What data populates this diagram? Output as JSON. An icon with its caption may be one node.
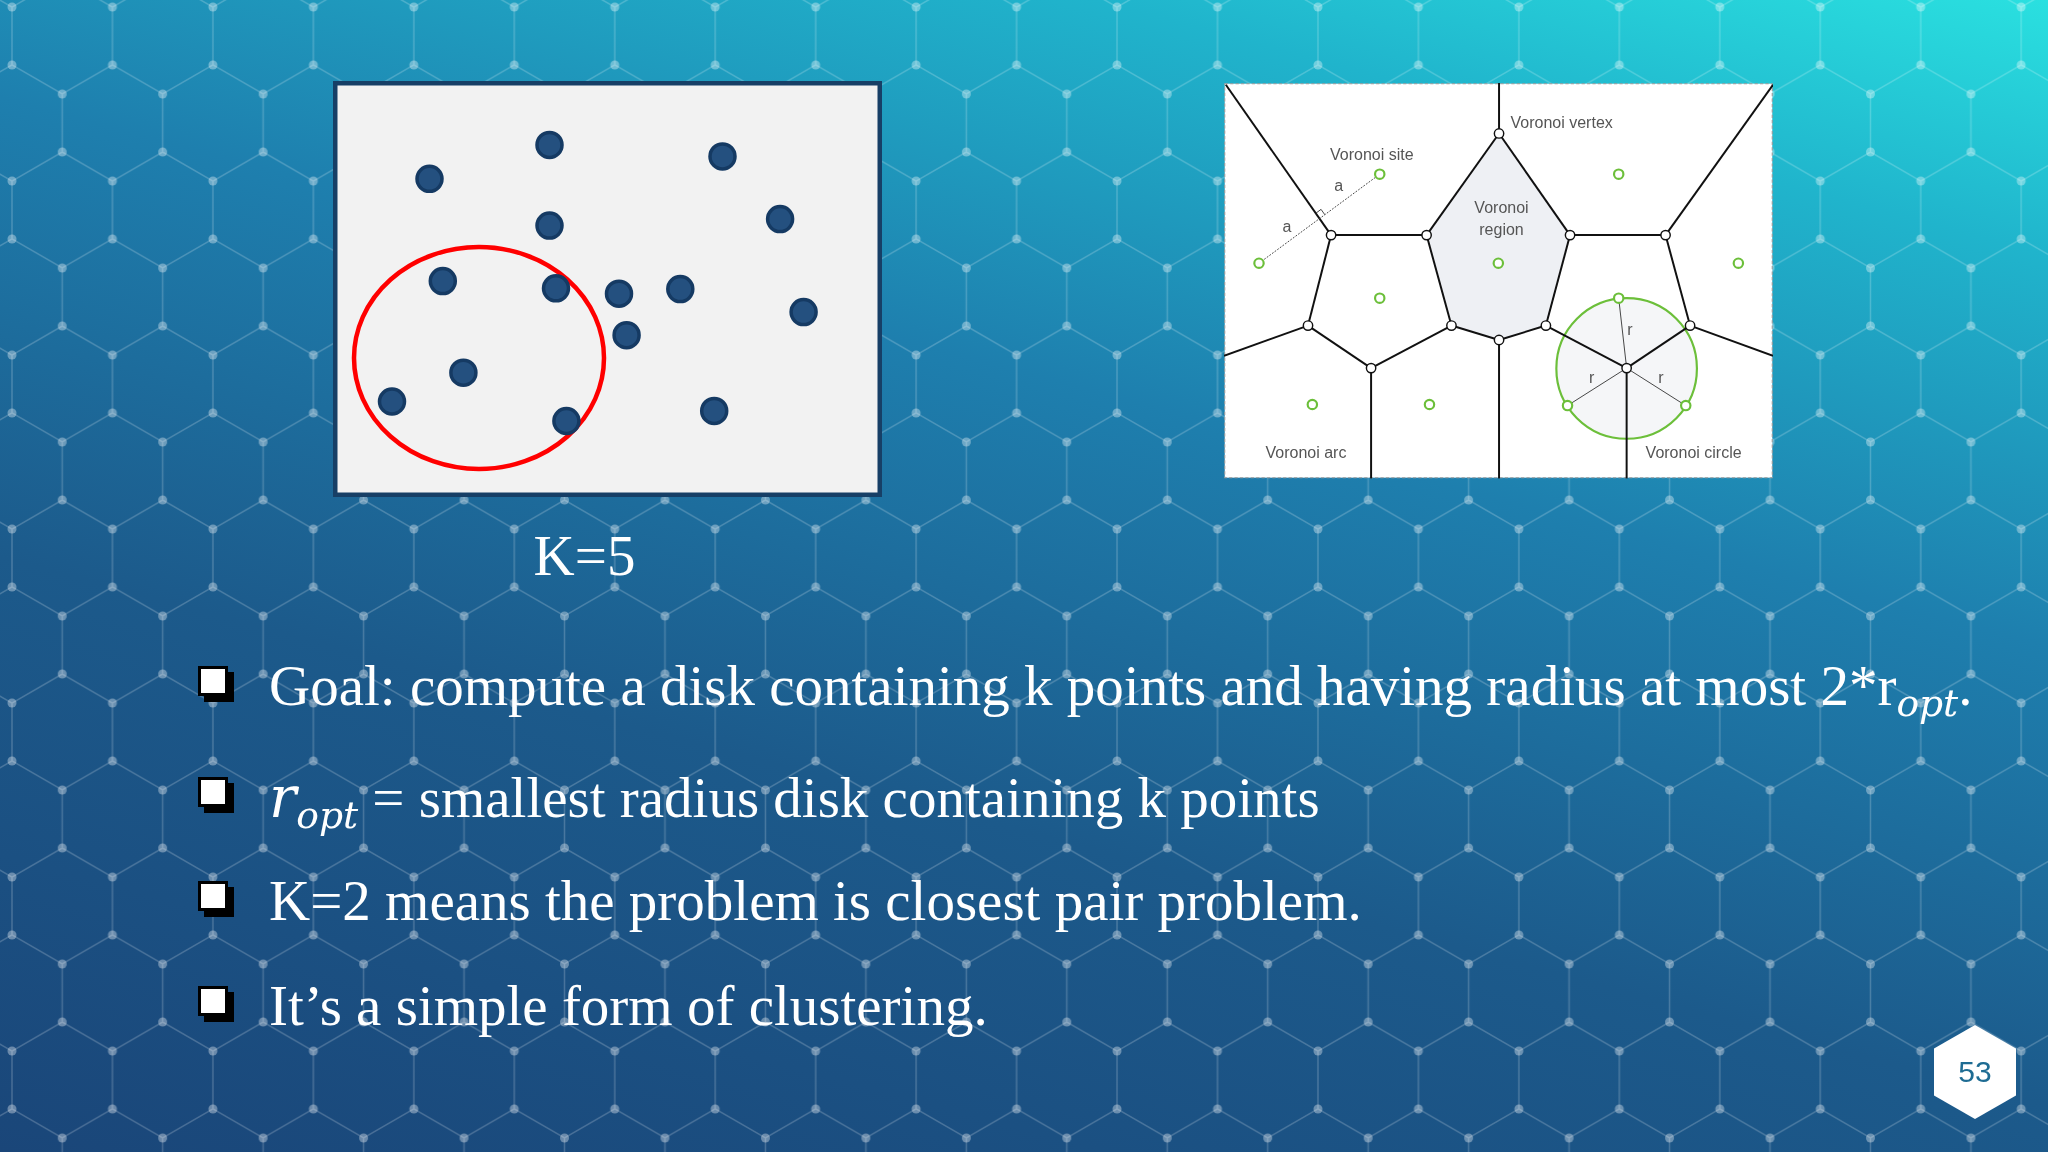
{
  "diagram": {
    "labels": [
      "Voronoi vertex",
      "Voronoi site",
      "a",
      "Voronoi region",
      "a",
      "r",
      "r",
      "r",
      "Voronoi arc",
      "Voronoi circle",
      "K=5",
      "Goal: compute a disk containing k points and having radius at most 2*r$_{opt}$.",
      "*r*$_{opt}$ = smallest radius disk containing k points",
      "K=2 means the problem is closest pair problem.",
      "It’s a simple form of clustering.",
      "53"
    ]
  }
}
